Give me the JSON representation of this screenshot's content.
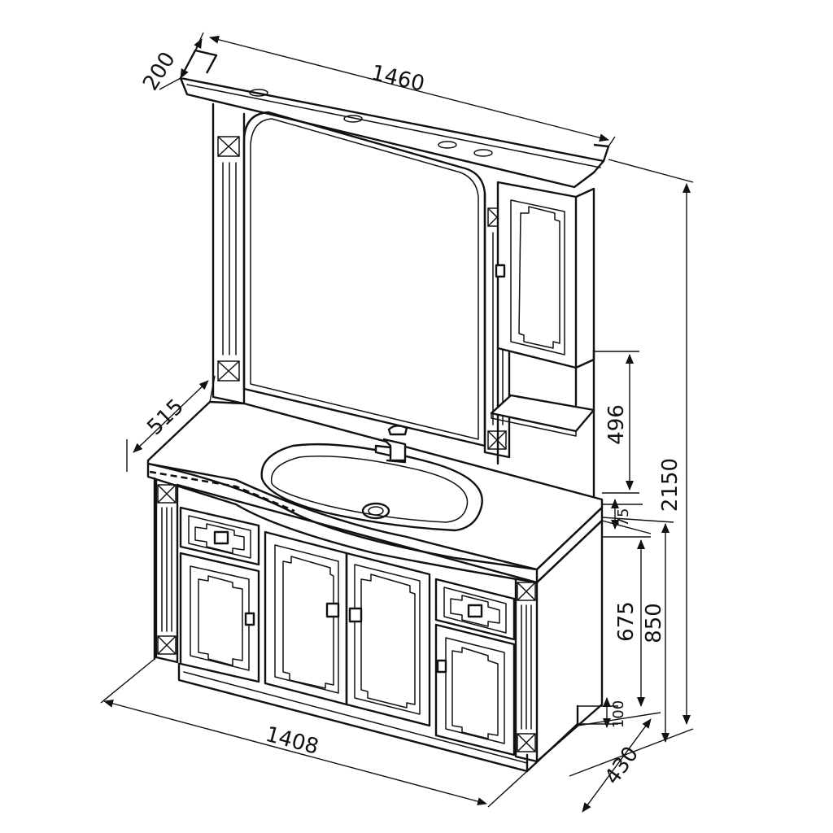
{
  "dimensions": {
    "mirror_width": "1460",
    "mirror_depth": "200",
    "total_height": "2150",
    "shelf_height": "496",
    "countertop_depth": "515",
    "countertop_thickness": "75",
    "body_height": "675",
    "vanity_height": "850",
    "plinth_height": "100",
    "cabinet_depth": "430",
    "vanity_width": "1408"
  },
  "colors": {
    "ink": "#111111",
    "paper": "#ffffff"
  }
}
